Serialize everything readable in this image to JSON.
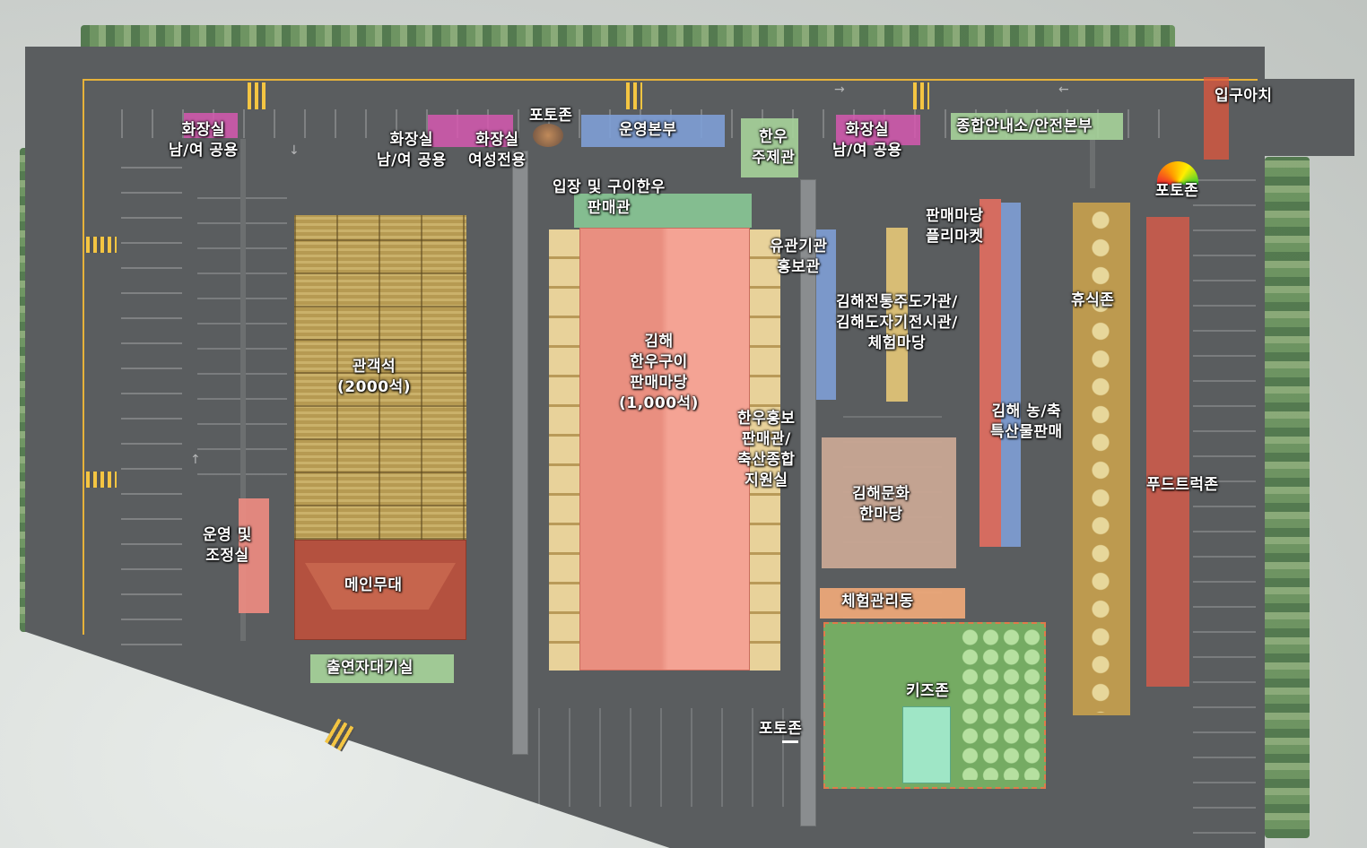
{
  "map": {
    "colors": {
      "asphalt": "#5a5d5f",
      "green_label": "#a6d39a",
      "pink": "#d45ab0",
      "blue": "#7e9fd6",
      "red": "#d25a4a",
      "salmon": "#e58a7a",
      "gold": "#c8a14e",
      "beige": "#c9a693",
      "orange": "#f0a97a"
    },
    "labels": {
      "entrance_arch": "입구아치",
      "photo_zone_top": "포토존",
      "photo_zone_right": "포토존",
      "photo_zone_bottom": "포토존",
      "restroom_left": "화장실\n남/여 공용",
      "restroom_mid_shared": "화장실\n남/여 공용",
      "restroom_mid_women": "화장실\n여성전용",
      "restroom_right": "화장실\n남/여 공용",
      "operations_hq": "운영본부",
      "hanwoo_theme_hall": "한우\n주제관",
      "info_safety_hq": "종합안내소/안전본부",
      "entry_grill_hall": "입장 및 구이한우\n판매관",
      "grill_market": "김해\n한우구이\n판매마당\n(1,000석)",
      "promo_hall_org": "유관기관\n홍보관",
      "flea_market": "판매마당\n플리마켓",
      "liquor_ceramics": "김해전통주도가관/\n김해도자기전시관/\n체험마당",
      "rest_zone": "휴식존",
      "audience_seats": "관객석\n(2000석)",
      "agri_products": "김해 농/축\n특산물판매",
      "hanwoo_promo": "한우홍보\n판매관/\n축산종합\n지원실",
      "food_truck_zone": "푸드트럭존",
      "culture_yard": "김해문화\n한마당",
      "ops_control": "운영 및\n조정실",
      "main_stage": "메인무대",
      "experience_mgmt": "체험관리동",
      "kids_zone": "키즈존",
      "performer_waiting": "출연자대기실"
    }
  }
}
